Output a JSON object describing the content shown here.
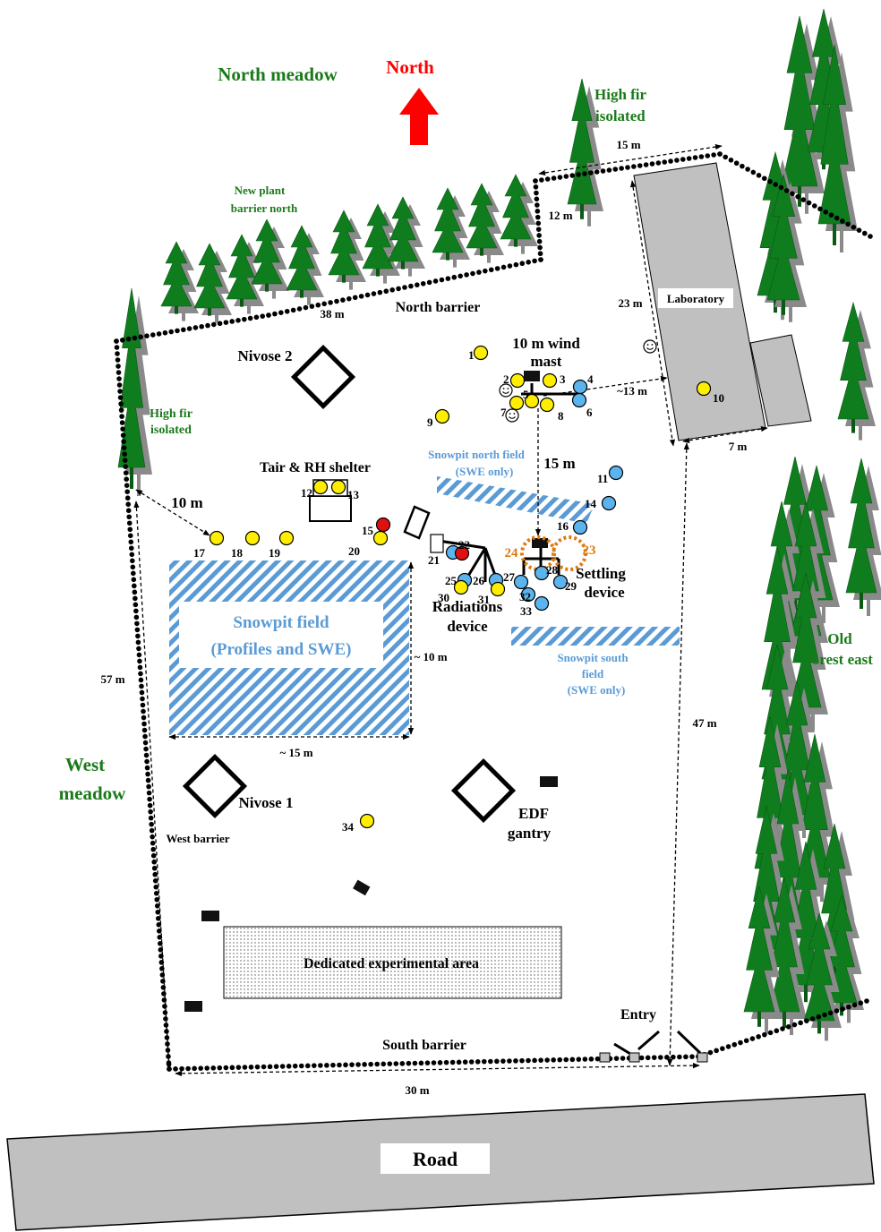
{
  "colors": {
    "green_label": "#1a7a1a",
    "tree": "#0f7d1e",
    "tree_shadow": "#8a8a8a",
    "blue_label": "#5b9bd5",
    "orange_label": "#e07a10",
    "hatch": "#5b9bd5",
    "yellow_sensor": "#ffee00",
    "blue_sensor": "#5bb4ee",
    "red_sensor": "#e01010",
    "building": "#c0c0c0",
    "arrow": "#ff0000"
  },
  "labels": {
    "north_meadow": "North meadow",
    "north": "North",
    "high_fir_ne_1": "High fir",
    "high_fir_ne_2": "isolated",
    "new_plant_1": "New plant",
    "new_plant_2": "barrier north",
    "north_barrier": "North barrier",
    "nivose2": "Nivose 2",
    "nivose1": "Nivose 1",
    "wind_mast_1": "10 m wind",
    "wind_mast_2": "mast",
    "laboratory": "Laboratory",
    "high_fir_w_1": "High fir",
    "high_fir_w_2": "isolated",
    "tair": "Tair & RH shelter",
    "snowpit_north_1": "Snowpit north field",
    "snowpit_north_2": "(SWE only)",
    "settling_1": "Settling",
    "settling_2": "device",
    "radiations_1": "Radiations",
    "radiations_2": "device",
    "snowpit_field_1": "Snowpit field",
    "snowpit_field_2": "(Profiles and SWE)",
    "snowpit_south_1": "Snowpit south",
    "snowpit_south_2": "field",
    "snowpit_south_3": "(SWE only)",
    "old_forest_1": "Old",
    "old_forest_2": "forest east",
    "west_meadow_1": "West",
    "west_meadow_2": "meadow",
    "west_barrier": "West barrier",
    "edf_1": "EDF",
    "edf_2": "gantry",
    "dedicated": "Dedicated experimental area",
    "entry": "Entry",
    "south_barrier": "South barrier",
    "road": "Road"
  },
  "distances": {
    "d15m_top": "15 m",
    "d12m": "12 m",
    "d23m": "23 m",
    "d38m": "38 m",
    "d13m": "~13 m",
    "d7m": "7 m",
    "d15m_mid": "15 m",
    "d10m_w": "10 m",
    "d10m_field": "~ 10 m",
    "d57m": "57 m",
    "d47m": "47 m",
    "d15m_field": "~ 15 m",
    "d30m": "30 m"
  },
  "sensors": [
    {
      "id": "1",
      "type": "yellow"
    },
    {
      "id": "2",
      "type": "yellow"
    },
    {
      "id": "3",
      "type": "yellow"
    },
    {
      "id": "4",
      "type": "blue"
    },
    {
      "id": "5",
      "type": "yellow"
    },
    {
      "id": "6",
      "type": "blue"
    },
    {
      "id": "7",
      "type": "yellow"
    },
    {
      "id": "8",
      "type": "yellow"
    },
    {
      "id": "9",
      "type": "yellow"
    },
    {
      "id": "10",
      "type": "yellow"
    },
    {
      "id": "11",
      "type": "blue"
    },
    {
      "id": "12",
      "type": "yellow"
    },
    {
      "id": "13",
      "type": "yellow"
    },
    {
      "id": "14",
      "type": "blue"
    },
    {
      "id": "15",
      "type": "red"
    },
    {
      "id": "16",
      "type": "blue"
    },
    {
      "id": "17",
      "type": "yellow"
    },
    {
      "id": "18",
      "type": "yellow"
    },
    {
      "id": "19",
      "type": "yellow"
    },
    {
      "id": "20",
      "type": "yellow"
    },
    {
      "id": "21",
      "type": "blue"
    },
    {
      "id": "22",
      "type": "red"
    },
    {
      "id": "23",
      "type": "orange"
    },
    {
      "id": "24",
      "type": "orange"
    },
    {
      "id": "25",
      "type": "blue"
    },
    {
      "id": "26",
      "type": "blue"
    },
    {
      "id": "27",
      "type": "blue"
    },
    {
      "id": "28",
      "type": "blue"
    },
    {
      "id": "29",
      "type": "blue"
    },
    {
      "id": "30",
      "type": "yellow"
    },
    {
      "id": "31",
      "type": "yellow"
    },
    {
      "id": "32",
      "type": "blue"
    },
    {
      "id": "33",
      "type": "blue"
    },
    {
      "id": "34",
      "type": "yellow"
    }
  ]
}
